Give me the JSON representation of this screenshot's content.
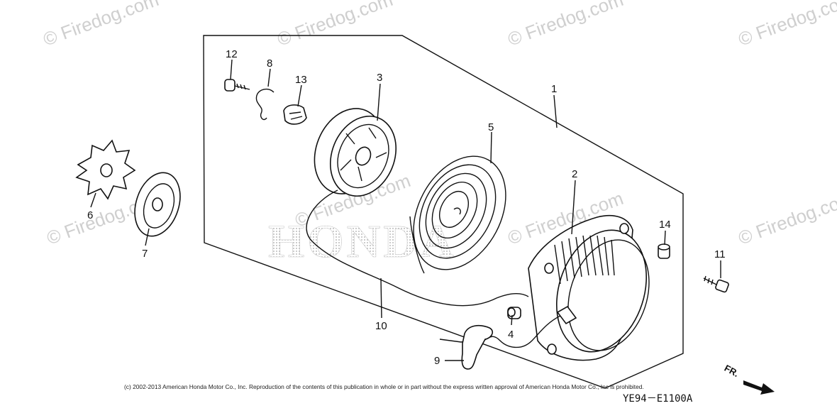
{
  "watermark_text": "© Firedog.com",
  "brand_logo_text": "HONDA",
  "callouts": {
    "p1": "1",
    "p2": "2",
    "p3": "3",
    "p4": "4",
    "p5": "5",
    "p6": "6",
    "p7": "7",
    "p8": "8",
    "p9": "9",
    "p10": "10",
    "p11": "11",
    "p12": "12",
    "p13": "13",
    "p14": "14"
  },
  "copyright_notice": "(c) 2002-2013 American Honda Motor Co., Inc. Reproduction of the contents of this publication in whole or in part without the express written approval of American Honda Motor Co., Inc is prohibited.",
  "drawing_code": "YE94－E1100A",
  "front_indicator": "FR.",
  "colors": {
    "line": "#111111",
    "watermark": "#cfcfcf",
    "logo_dots": "#b0b0b0"
  }
}
